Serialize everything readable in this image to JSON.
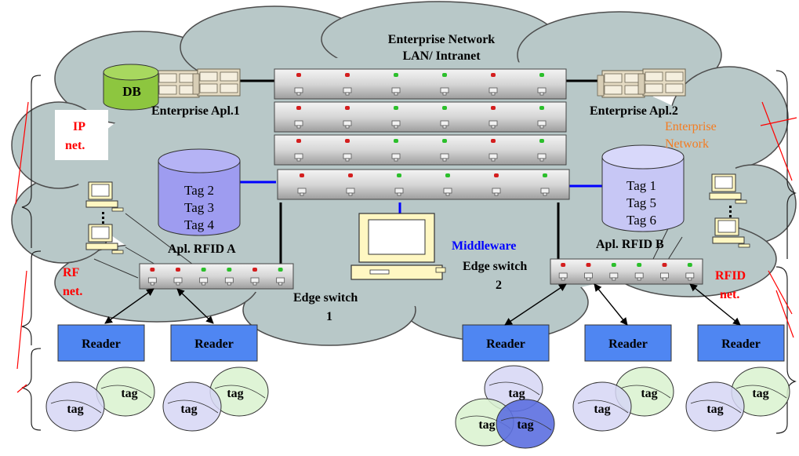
{
  "network": {
    "title_line1": "Enterprise Network",
    "title_line2": "LAN/ Intranet",
    "enterprise_network_line1": "Enterprise",
    "enterprise_network_line2": "Network",
    "middleware": "Middleware"
  },
  "databases": {
    "db": "DB",
    "left_tags": [
      "Tag 2",
      "Tag 3",
      "Tag 4"
    ],
    "right_tags": [
      "Tag 1",
      "Tag 5",
      "Tag 6"
    ]
  },
  "applications": {
    "apl1": "Enterprise Apl.1",
    "apl2": "Enterprise Apl.2",
    "rfid_a": "Apl. RFID A",
    "rfid_b": "Apl. RFID B"
  },
  "switches": {
    "edge1_line1": "Edge switch",
    "edge1_line2": "1",
    "edge2_line1": "Edge switch",
    "edge2_line2": "2"
  },
  "side_labels": {
    "ip_line1": "IP",
    "ip_line2": "net.",
    "rf_line1": "RF",
    "rf_line2": "net.",
    "rfid_line1": "RFID",
    "rfid_line2": "net."
  },
  "readers": [
    "Reader",
    "Reader",
    "Reader",
    "Reader",
    "Reader"
  ],
  "tag_label": "tag",
  "colors": {
    "cloud": "#b8c8c8",
    "reader": "#4f86f2",
    "tag_green": "#d9f2cf",
    "tag_purple": "#d6d6f5",
    "tag_blue": "#5c6fe0",
    "db_green": "#8dc63f",
    "db_purple": "#9e9cf0",
    "db_lavender": "#c7c7f5",
    "red_text": "#ff0000",
    "blue_text": "#0000ff",
    "orange_text": "#f47b20"
  }
}
